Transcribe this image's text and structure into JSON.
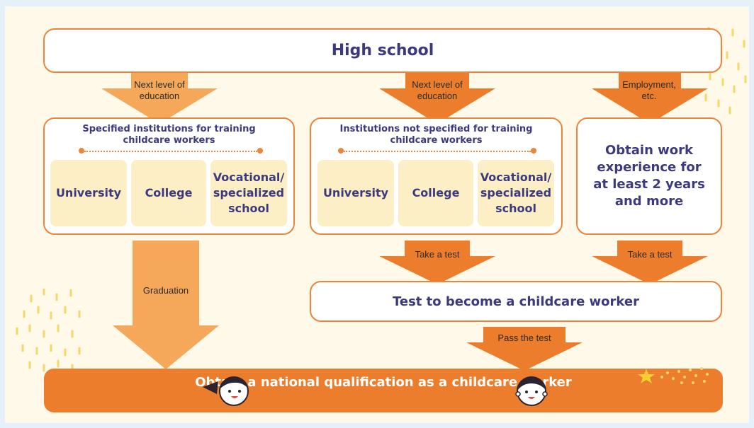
{
  "high_school": "High school",
  "arrows": {
    "next_level_1": "Next level of education",
    "next_level_2": "Next level of education",
    "employment": "Employment, etc.",
    "graduation": "Graduation",
    "take_test_1": "Take a test",
    "take_test_2": "Take a test",
    "pass_test": "Pass the test"
  },
  "specified": {
    "title": "Specified institutions for training childcare workers",
    "chips": [
      "University",
      "College",
      "Vocational/ specialized school"
    ]
  },
  "not_specified": {
    "title": "Institutions not specified for training childcare workers",
    "chips": [
      "University",
      "College",
      "Vocational/ specialized school"
    ]
  },
  "work_experience": "Obtain work experience for at least 2 years and more",
  "test": "Test to become a childcare worker",
  "final": "Obtain a national qualification as a childcare worker",
  "colors": {
    "orange": "#ec7d2c",
    "light_orange": "#f5a85a",
    "navy": "#3c3a7c",
    "chip": "#fcefc6",
    "background": "#fef9e8"
  },
  "icons": [
    "child-face-icon",
    "star-icon"
  ]
}
